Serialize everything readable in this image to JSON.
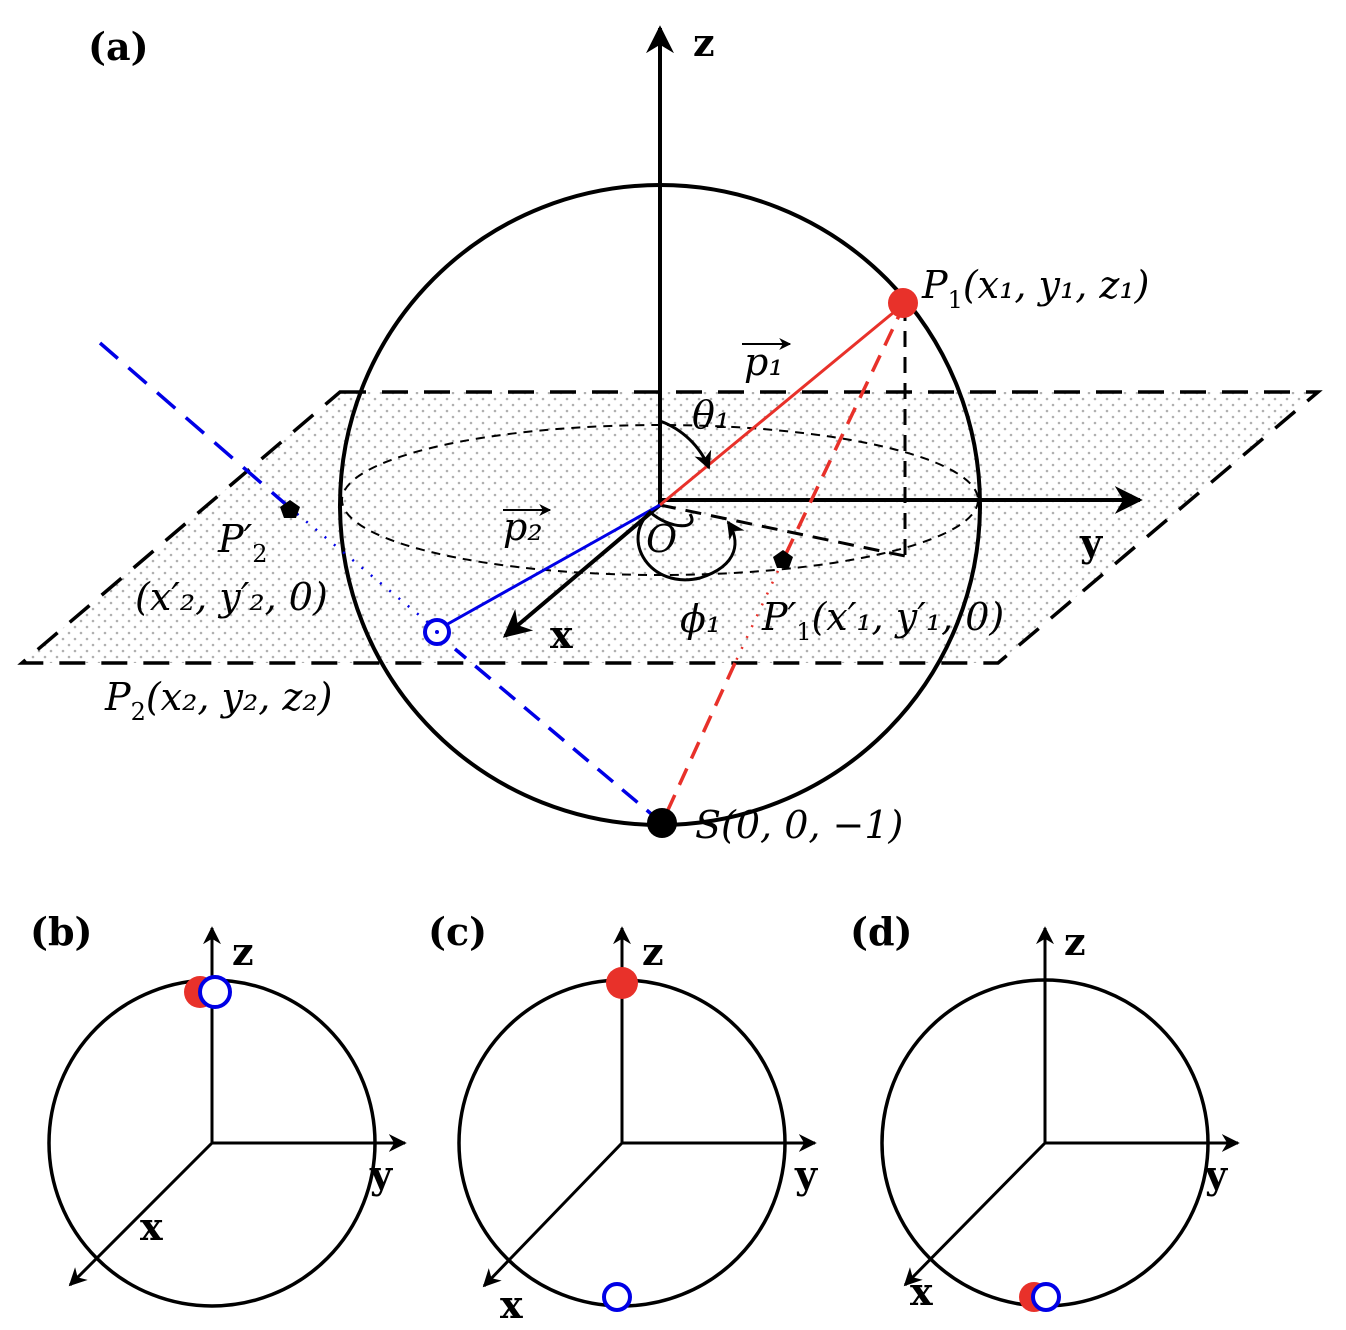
{
  "panels": {
    "a": "(a)",
    "b": "(b)",
    "c": "(c)",
    "d": "(d)"
  },
  "axes": {
    "x": "x",
    "y": "y",
    "z": "z"
  },
  "labels": {
    "P1": "P",
    "P1_sub": "1",
    "P1_coords": "(x₁, y₁, z₁)",
    "P2": "P",
    "P2_sub": "2",
    "P2_coords": "(x₂, y₂, z₂)",
    "P1_proj": "P′",
    "P1_proj_sub": "1",
    "P1_proj_coords": "(x′₁, y′₁, 0)",
    "P2_proj": "P′",
    "P2_proj_sub": "2",
    "P2_proj_coords": "(x′₂, y′₂, 0)",
    "origin": "O",
    "south": "S(0, 0, −1)",
    "theta": "θ₁",
    "phi": "ϕ₁",
    "p1_vec": "p₁",
    "p2_vec": "p₂"
  },
  "colors": {
    "point1": "#e8312a",
    "point2": "#0000e6",
    "line": "#000000"
  }
}
